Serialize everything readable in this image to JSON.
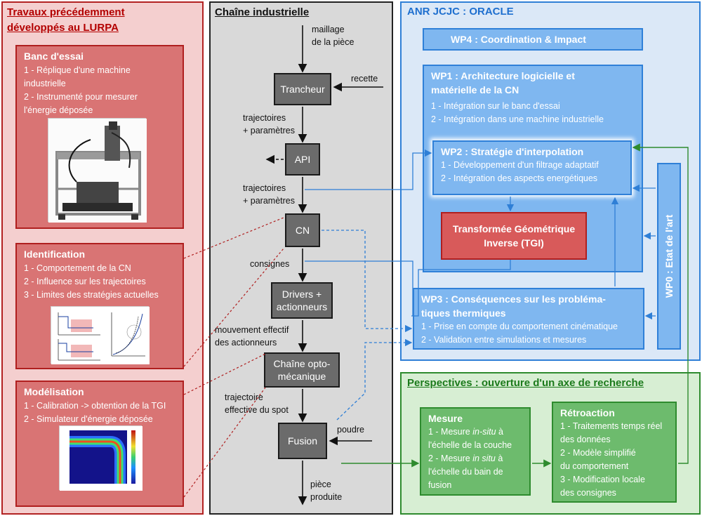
{
  "left": {
    "title_line1": "Travaux précédemment",
    "title_line2": "développés au LURPA",
    "banc": {
      "title": "Banc d'essai",
      "l1": "1 - Réplique d'une machine",
      "l2": "industrielle",
      "l3": "2 - Instrumenté pour mesurer",
      "l4": "l'énergie déposée"
    },
    "ident": {
      "title": "Identification",
      "l1": "1 - Comportement de la CN",
      "l2": "2 - Influence sur les trajectoires",
      "l3": "3 - Limites des stratégies actuelles"
    },
    "model": {
      "title": "Modélisation",
      "l1": "1 - Calibration -> obtention de la TGI",
      "l2": "2 - Simulateur d'énergie déposée"
    }
  },
  "middle": {
    "title": "Chaîne industrielle",
    "maillage1": "maillage",
    "maillage2": "de la pièce",
    "trancheur": "Trancheur",
    "recette": "recette",
    "traj1a": "trajectoires",
    "traj1b": "+ paramètres",
    "api": "API",
    "traj2a": "trajectoires",
    "traj2b": "+ paramètres",
    "cn": "CN",
    "consignes": "consignes",
    "drivers1": "Drivers +",
    "drivers2": "actionneurs",
    "mouv1": "mouvement effectif",
    "mouv2": "des actionneurs",
    "chaine1": "Chaîne opto-",
    "chaine2": "mécanique",
    "trajspot1": "trajectoire",
    "trajspot2": "effective du spot",
    "fusion": "Fusion",
    "poudre": "poudre",
    "piece1": "pièce",
    "piece2": "produite"
  },
  "right": {
    "title": "ANR JCJC : ORACLE",
    "wp4": "WP4 : Coordination & Impact",
    "wp1": {
      "t1": "WP1 : Architecture logicielle et",
      "t2": "matérielle de la CN",
      "l1": "1 - Intégration sur le banc d'essai",
      "l2": "2 - Intégration dans une machine industrielle"
    },
    "wp2": {
      "title": "WP2 : Stratégie d'interpolation",
      "l1": "1 - Développement d'un filtrage adaptatif",
      "l2": "2 - Intégration des aspects energétiques"
    },
    "tgi1": "Transformée Géométrique",
    "tgi2": "Inverse (TGI)",
    "wp3": {
      "t1": "WP3 : Conséquences sur les probléma-",
      "t2": "tiques thermiques",
      "l1": "1 - Prise en compte du comportement cinématique",
      "l2": "2 - Validation entre simulations et mesures"
    },
    "wp0": "WP0 : Etat de l'art"
  },
  "persp": {
    "title": "Perspectives : ouverture d'un axe de recherche",
    "mesure": {
      "title": "Mesure",
      "l1a": "1 - Mesure ",
      "l1b": "in-situ",
      "l1c": " à",
      "l2": "l'échelle de la couche",
      "l3a": "2 - Mesure ",
      "l3b": "in situ",
      "l3c": " à",
      "l4": "l'échelle du bain de",
      "l5": "fusion"
    },
    "retro": {
      "title": "Rétroaction",
      "l1": "1 - Traitements temps réel",
      "l2": "des données",
      "l3": "2 - Modèle simplifié",
      "l4": "du comportement",
      "l5": "3 - Modification locale",
      "l6": " des consignes"
    }
  }
}
